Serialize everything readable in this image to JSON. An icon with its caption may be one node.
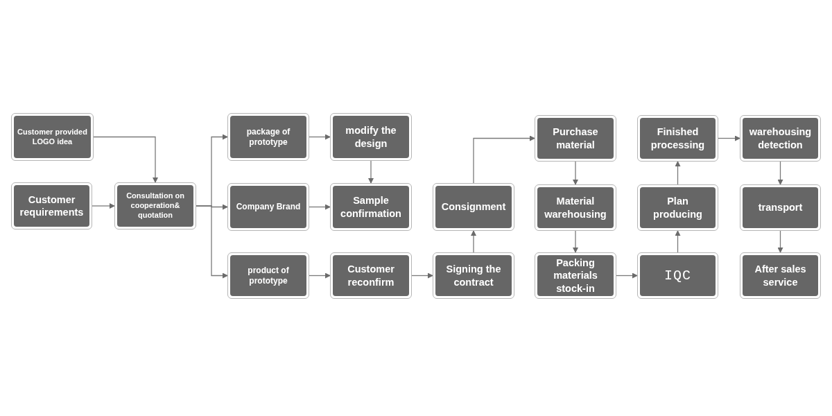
{
  "diagram": {
    "nodes": [
      {
        "text": [
          "Customer provided LOGO idea"
        ]
      },
      {
        "text": [
          "Customer requirements"
        ]
      },
      {
        "text": [
          "Consultation on cooperation& quotation"
        ]
      },
      {
        "text": [
          "package of prototype"
        ]
      },
      {
        "text": [
          "Company Brand"
        ]
      },
      {
        "text": [
          "product of prototype"
        ]
      },
      {
        "text": [
          "modify the design"
        ]
      },
      {
        "text": [
          "Sample confirmation"
        ]
      },
      {
        "text": [
          "Customer reconfirm"
        ]
      },
      {
        "text": [
          "Consignment"
        ]
      },
      {
        "text": [
          "Signing the contract"
        ]
      },
      {
        "text": [
          "Purchase material"
        ]
      },
      {
        "text": [
          "Material warehousing"
        ]
      },
      {
        "text": [
          "Packing materials stock-in"
        ]
      },
      {
        "text": [
          "IQC"
        ]
      },
      {
        "text": [
          "Plan producing"
        ]
      },
      {
        "text": [
          "Finished processing"
        ]
      },
      {
        "text": [
          "warehousing detection"
        ]
      },
      {
        "text": [
          "transport"
        ]
      },
      {
        "text": [
          "After sales service"
        ]
      }
    ],
    "edges": [
      {
        "from": 0,
        "to": 2,
        "arrow": "to"
      },
      {
        "from": 1,
        "to": 2,
        "arrow": "to"
      },
      {
        "from": 2,
        "to": 3,
        "arrow": "to"
      },
      {
        "from": 2,
        "to": 4,
        "arrow": "to"
      },
      {
        "from": 2,
        "to": 5,
        "arrow": "to"
      },
      {
        "from": 3,
        "to": 6,
        "arrow": "to"
      },
      {
        "from": 6,
        "to": 7,
        "arrow": "to"
      },
      {
        "from": 4,
        "to": 7,
        "arrow": "to"
      },
      {
        "from": 5,
        "to": 8,
        "arrow": "to"
      },
      {
        "from": 8,
        "to": 10,
        "arrow": "to"
      },
      {
        "from": 10,
        "to": 9,
        "arrow": "to"
      },
      {
        "from": 9,
        "to": 11,
        "arrow": "to"
      },
      {
        "from": 11,
        "to": 12,
        "arrow": "to"
      },
      {
        "from": 12,
        "to": 13,
        "arrow": "to"
      },
      {
        "from": 13,
        "to": 14,
        "arrow": "to"
      },
      {
        "from": 14,
        "to": 15,
        "arrow": "to"
      },
      {
        "from": 15,
        "to": 16,
        "arrow": "to"
      },
      {
        "from": 16,
        "to": 17,
        "arrow": "to"
      },
      {
        "from": 17,
        "to": 18,
        "arrow": "to"
      },
      {
        "from": 18,
        "to": 19,
        "arrow": "to"
      }
    ]
  }
}
